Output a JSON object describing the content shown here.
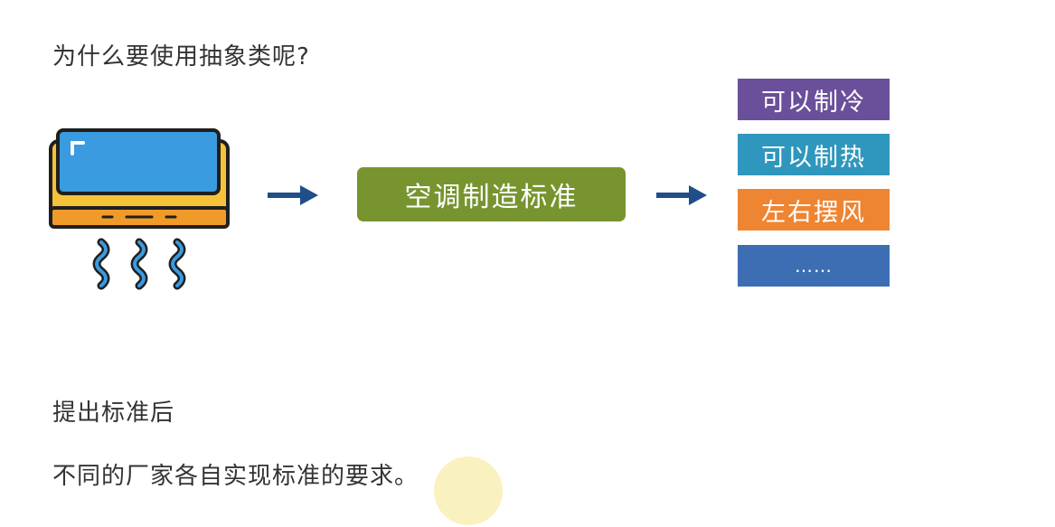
{
  "title": "为什么要使用抽象类呢?",
  "center_box": {
    "label": "空调制造标准",
    "color": "#77942f"
  },
  "features": [
    {
      "label": "可以制冷",
      "color": "#6a4f9a"
    },
    {
      "label": "可以制热",
      "color": "#2f97bd"
    },
    {
      "label": "左右摆风",
      "color": "#ee8532"
    },
    {
      "label": "……",
      "color": "#3d6eb3"
    }
  ],
  "bottom": {
    "line1": "提出标准后",
    "line2": "不同的厂家各自实现标准的要求。"
  },
  "icons": {
    "air_conditioner": "air-conditioner-icon",
    "arrow": "arrow-right-icon"
  },
  "colors": {
    "arrow": "#1f4e8a",
    "ac_body": "#f5c23a",
    "ac_panel": "#3a9be0",
    "ac_outline": "#1f1f1f"
  }
}
